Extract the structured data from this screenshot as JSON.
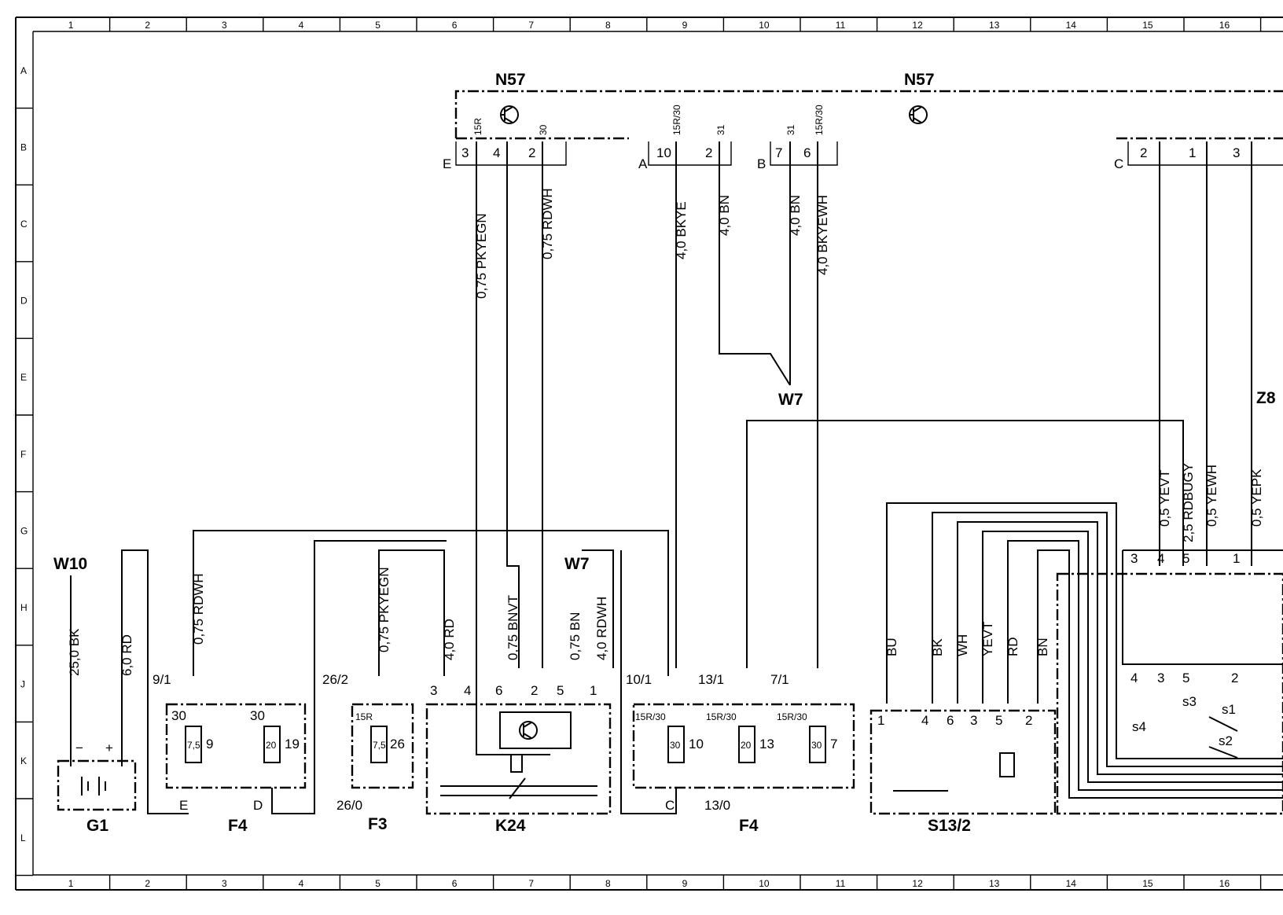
{
  "grid": {
    "columns": [
      "1",
      "2",
      "3",
      "4",
      "5",
      "6",
      "7",
      "8",
      "9",
      "10",
      "11",
      "12",
      "13",
      "14",
      "15",
      "16"
    ],
    "rows": [
      "A",
      "B",
      "C",
      "D",
      "E",
      "F",
      "G",
      "H",
      "J",
      "K",
      "L"
    ]
  },
  "components": {
    "n57_left": "N57",
    "n57_right": "N57",
    "w7_mid": "W7",
    "w7_left": "W7",
    "w10": "W10",
    "z8": "Z8",
    "g1": "G1",
    "f4_left": "F4",
    "f3": "F3",
    "k24": "K24",
    "f4_right": "F4",
    "s13_2": "S13/2"
  },
  "connectors": {
    "e": "E",
    "a": "A",
    "b": "B",
    "c": "C",
    "f4_e": "E",
    "f4_d": "D",
    "f4_c": "C"
  },
  "wires": {
    "w_0_75_pkyegn": "0,75 PKYEGN",
    "w_0_75_rdwh": "0,75 RDWH",
    "w_4_0_bkye": "4,0 BKYE",
    "w_4_0_bn_a": "4,0 BN",
    "w_4_0_bn_b": "4,0 BN",
    "w_4_0_bkyewh": "4,0 BKYEWH",
    "w_25_bk": "25,0 BK",
    "w_6_rd": "6,0 RD",
    "w_f4_rdwh": "0,75 RDWH",
    "w_f3_pkyegn": "0,75 PKYEGN",
    "w_4_rd": "4,0 RD",
    "w_0_75_bnvt": "0,75 BNVT",
    "w_0_75_bn": "0,75 BN",
    "w_4_rdwh": "4,0 RDWH",
    "w_yevt": "0,5 YEVT",
    "w_rdbugy": "2,5 RDBUGY",
    "w_yewh": "0,5 YEWH",
    "w_yepk": "0,5 YEPK",
    "s13_bu": "BU",
    "s13_bk": "BK",
    "s13_wh": "WH",
    "s13_yevt": "YEVT",
    "s13_rd": "RD",
    "s13_bn": "BN"
  },
  "pins": {
    "e3": "3",
    "e4": "4",
    "e2": "2",
    "a10": "10",
    "a2": "2",
    "b7": "7",
    "b6": "6",
    "c2": "2",
    "c1": "1",
    "c3": "3",
    "t15r": "15R",
    "t30": "30",
    "t15r30a": "15R/30",
    "t31a": "31",
    "t31b": "31",
    "t15r30b": "15R/30",
    "k24_3": "3",
    "k24_4": "4",
    "k24_6": "6",
    "k24_2": "2",
    "k24_5": "5",
    "k24_1": "1",
    "s_1": "1",
    "s_4": "4",
    "s_6": "6",
    "s_3": "3",
    "s_5": "5",
    "s_2": "2",
    "r_3": "3",
    "r_4": "4",
    "r_5": "5",
    "r_1": "1",
    "j_4": "4",
    "j_3": "3",
    "j_5": "5",
    "j_2": "2",
    "g1_minus": "−",
    "g1_plus": "+"
  },
  "fuses": {
    "f4_9_label": "9/1",
    "f4_9_term": "30",
    "f4_9_rating": "7,5",
    "f4_9_num": "9",
    "f4_19_term": "30",
    "f4_19_rating": "20",
    "f4_19_num": "19",
    "f3_label": "26/2",
    "f3_term": "15R",
    "f3_rating": "7,5",
    "f3_num": "26",
    "f3_bottom": "26/0",
    "f4_10_label": "10/1",
    "f4_10_term": "15R/30",
    "f4_10_rating": "30",
    "f4_10_num": "10",
    "f4_13_label": "13/1",
    "f4_13_term": "15R/30",
    "f4_13_rating": "20",
    "f4_13_num": "13",
    "f4_7_label": "7/1",
    "f4_7_term": "15R/30",
    "f4_7_rating": "30",
    "f4_7_num": "7",
    "f4_13_bottom": "13/0"
  },
  "switches": {
    "s1": "s1",
    "s2": "s2",
    "s3": "s3",
    "s4": "s4"
  }
}
